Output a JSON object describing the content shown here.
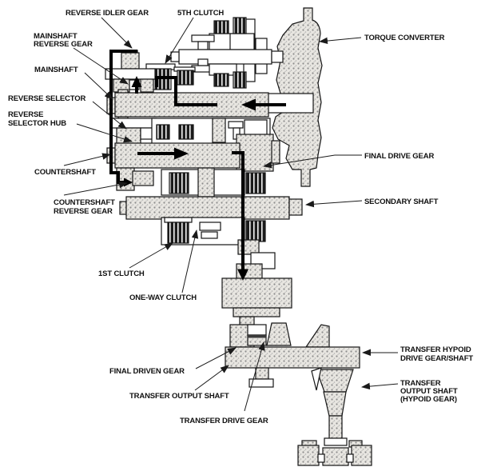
{
  "figure": {
    "kind": "transmission-cutaway-power-flow-diagram",
    "colors": {
      "background": "#ffffff",
      "line": "#151515",
      "label_text": "#111111",
      "metal_fill": "#e8e6e1",
      "stipple_dot": "#8d8d8d",
      "clutch_dark": "#1c1c1c",
      "power_flow": "#000000"
    }
  },
  "labels": {
    "reverse_idler_gear": {
      "lines": [
        "REVERSE IDLER GEAR"
      ]
    },
    "fifth_clutch": {
      "lines": [
        "5TH CLUTCH"
      ]
    },
    "torque_converter": {
      "lines": [
        "TORQUE CONVERTER"
      ]
    },
    "mainshaft_reverse_gear": {
      "lines": [
        "MAINSHAFT",
        "REVERSE GEAR"
      ]
    },
    "mainshaft": {
      "lines": [
        "MAINSHAFT"
      ]
    },
    "reverse_selector": {
      "lines": [
        "REVERSE SELECTOR"
      ]
    },
    "reverse_selector_hub": {
      "lines": [
        "REVERSE",
        "SELECTOR HUB"
      ]
    },
    "countershaft": {
      "lines": [
        "COUNTERSHAFT"
      ]
    },
    "countershaft_reverse_gear": {
      "lines": [
        "COUNTERSHAFT",
        "REVERSE GEAR"
      ]
    },
    "final_drive_gear": {
      "lines": [
        "FINAL DRIVE GEAR"
      ]
    },
    "secondary_shaft": {
      "lines": [
        "SECONDARY SHAFT"
      ]
    },
    "first_clutch": {
      "lines": [
        "1ST CLUTCH"
      ]
    },
    "one_way_clutch": {
      "lines": [
        "ONE-WAY CLUTCH"
      ]
    },
    "final_driven_gear": {
      "lines": [
        "FINAL DRIVEN GEAR"
      ]
    },
    "transfer_output_shaft": {
      "lines": [
        "TRANSFER OUTPUT SHAFT"
      ]
    },
    "transfer_drive_gear": {
      "lines": [
        "TRANSFER DRIVE GEAR"
      ]
    },
    "transfer_hypoid_drive_gear_shaft": {
      "lines": [
        "TRANSFER HYPOID",
        "DRIVE GEAR/SHAFT"
      ]
    },
    "transfer_output_shaft_hypoid": {
      "lines": [
        "TRANSFER",
        "OUTPUT SHAFT",
        "(HYPOID GEAR)"
      ]
    }
  }
}
